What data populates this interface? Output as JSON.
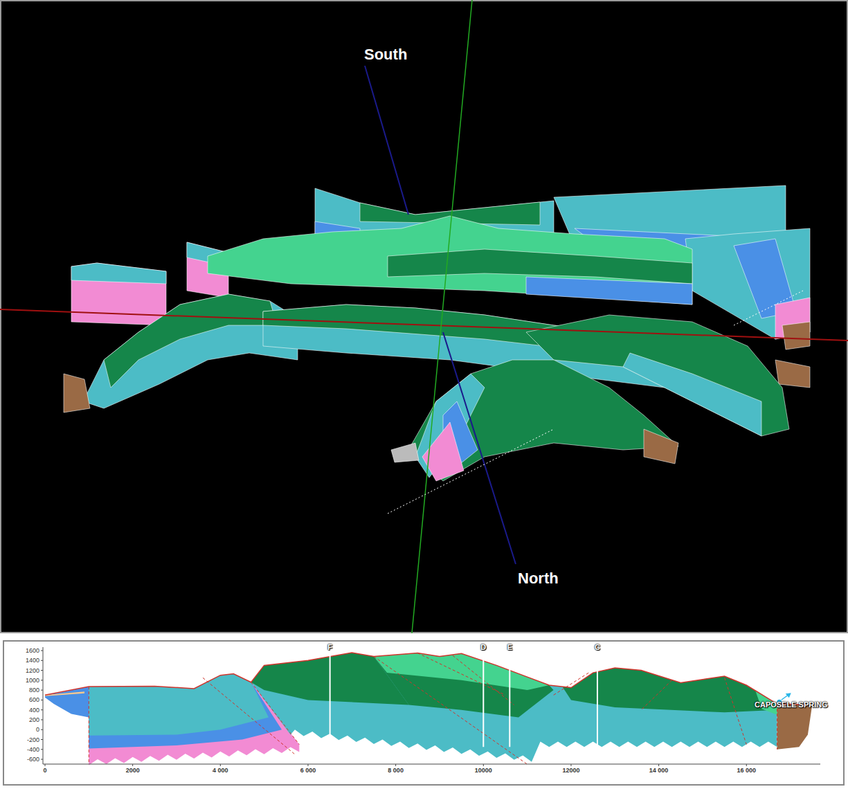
{
  "diagram": {
    "labels": [
      "South",
      "North",
      "1600",
      "1400",
      "1200",
      "1000",
      "800",
      "600",
      "400",
      "200",
      "0",
      "-200",
      "-400",
      "-600",
      "0",
      "2000",
      "4 000",
      "6 000",
      "8 000",
      "10000",
      "12000",
      "14 000",
      "16 000",
      "F",
      "D",
      "E",
      "C",
      "CAPOSELE SPRING"
    ]
  }
}
